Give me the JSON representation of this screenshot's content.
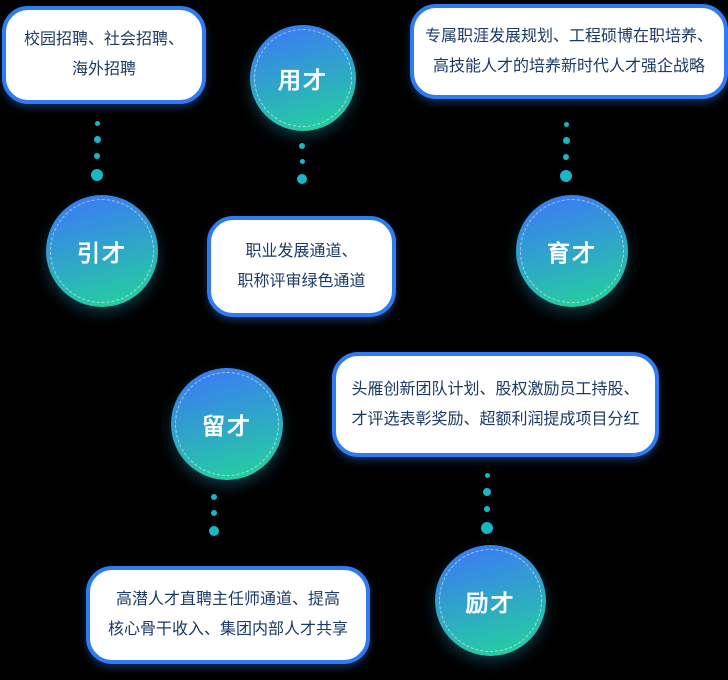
{
  "diagram": {
    "description": "Talent strategy diagram with five talent nodes and descriptive bubbles",
    "background": "#000000"
  },
  "colors": {
    "circle_gradient_start": "#3a7cf3",
    "circle_gradient_end": "#25ce9f",
    "bubble_border": "#2e7bf2",
    "bubble_text": "#1c3a66",
    "dot": "#18b7c8"
  },
  "nodes": {
    "yongcai": {
      "label": "用才"
    },
    "yincai": {
      "label": "引才"
    },
    "yucai": {
      "label": "育才"
    },
    "liucai": {
      "label": "留才"
    },
    "licai": {
      "label": "励才"
    }
  },
  "boxes": {
    "recruit": {
      "lines": [
        "校园招聘、社会招聘、",
        "海外招聘"
      ]
    },
    "develop": {
      "lines": [
        "专属职涯发展规划、工程硕博在职培养、",
        "高技能人才的培养新时代人才强企战略"
      ]
    },
    "career": {
      "lines": [
        "职业发展通道、",
        "职称评审绿色通道"
      ]
    },
    "incentive": {
      "lines": [
        "头雁创新团队计划、股权激励员工持股、",
        "才评选表彰奖励、超额利润提成项目分红"
      ]
    },
    "retain": {
      "lines": [
        "高潜人才直聘主任师通道、提高",
        "核心骨干收入、集团内部人才共享"
      ]
    }
  }
}
